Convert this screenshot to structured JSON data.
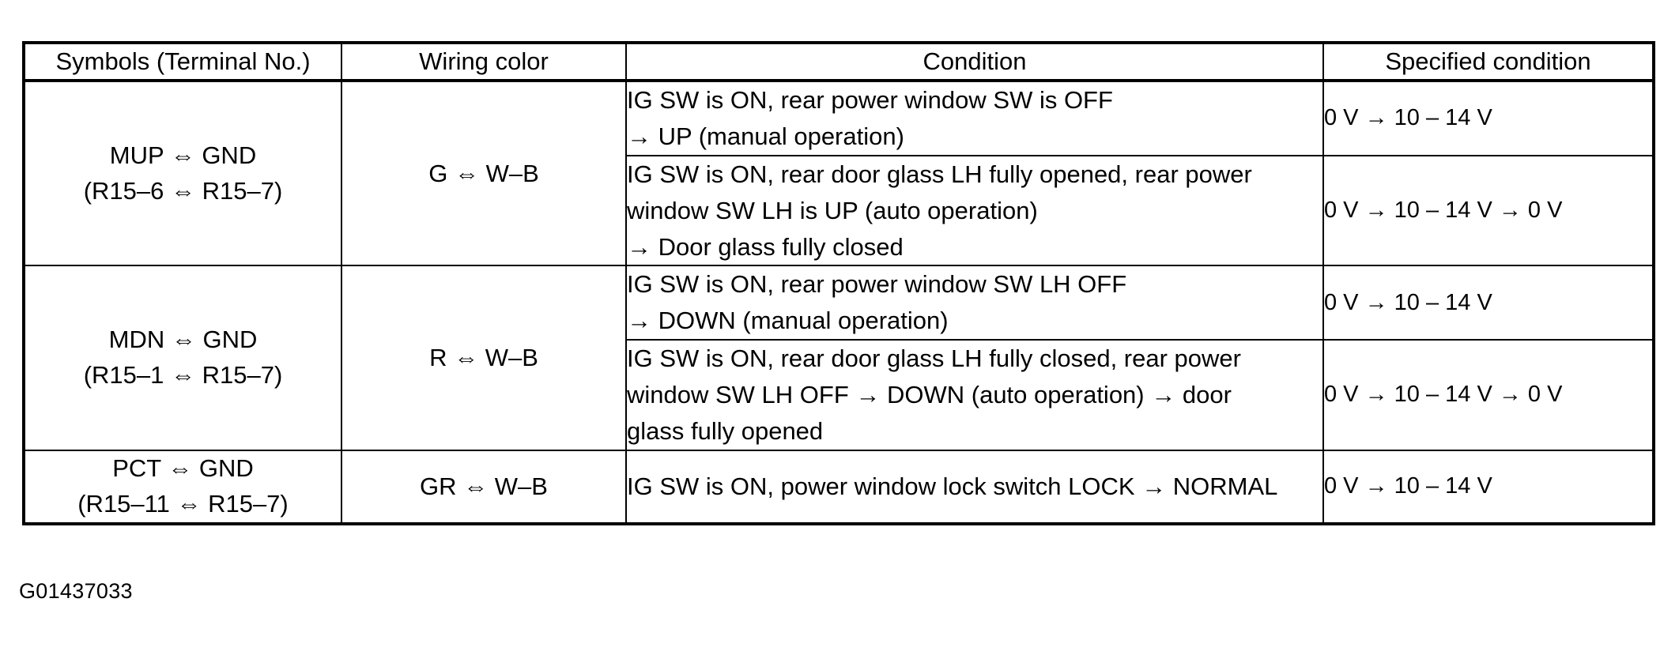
{
  "table": {
    "headers": [
      {
        "label": "Symbols (Terminal No.)"
      },
      {
        "label": "Wiring color"
      },
      {
        "label": "Condition"
      },
      {
        "label": "Specified condition"
      }
    ],
    "groups": [
      {
        "symbol_name": "MUP ⇔ GND",
        "symbol_terminals": "(R15–6 ⇔ R15–7)",
        "wiring_color": "G ⇔ W–B",
        "rows": [
          {
            "condition_lines": [
              "IG SW is ON, rear power window SW is OFF",
              "→ UP (manual operation)"
            ],
            "specified_condition": "0 V → 10 – 14 V"
          },
          {
            "condition_lines": [
              "IG SW is ON, rear door glass LH fully opened, rear power",
              "window SW LH is UP (auto operation)",
              "→ Door glass fully closed"
            ],
            "specified_condition": "0 V → 10 – 14 V → 0 V"
          }
        ]
      },
      {
        "symbol_name": "MDN ⇔ GND",
        "symbol_terminals": "(R15–1 ⇔ R15–7)",
        "wiring_color": "R ⇔ W–B",
        "rows": [
          {
            "condition_lines": [
              "IG SW is ON, rear power window SW LH OFF",
              "→ DOWN (manual operation)"
            ],
            "specified_condition": "0 V → 10 – 14 V"
          },
          {
            "condition_lines": [
              "IG SW is ON, rear door glass LH fully closed, rear power",
              "window SW LH OFF → DOWN (auto operation) → door",
              "glass fully opened"
            ],
            "specified_condition": "0 V → 10 – 14 V → 0 V"
          }
        ]
      },
      {
        "symbol_name": "PCT ⇔ GND",
        "symbol_terminals": "(R15–11 ⇔ R15–7)",
        "wiring_color": "GR ⇔ W–B",
        "rows": [
          {
            "condition_lines": [
              "IG SW is ON, power window lock switch LOCK → NORMAL"
            ],
            "specified_condition": "0 V → 10 – 14 V"
          }
        ]
      }
    ]
  },
  "figure_code": "G01437033",
  "colors": {
    "border": "#000000",
    "text": "#000000",
    "background": "#ffffff"
  }
}
